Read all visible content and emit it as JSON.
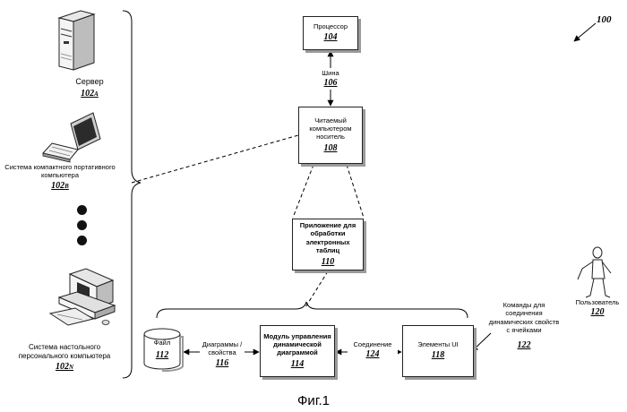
{
  "figure": {
    "caption": "Фиг.1",
    "number": "100"
  },
  "processor": {
    "label": "Процессор",
    "ref": "104"
  },
  "bus": {
    "label": "Шина",
    "ref": "106"
  },
  "medium": {
    "label": "Читаемый компьютером носитель",
    "ref": "108"
  },
  "spreadsheet_app": {
    "label": "Приложение для обработки электронных таблиц",
    "ref": "110"
  },
  "file": {
    "label": "Файл",
    "ref": "112"
  },
  "charts_props": {
    "label": "Диаграммы / свойства",
    "ref": "116"
  },
  "dyn_chart_module": {
    "label": "Модуль управления динамической диаграммой",
    "ref": "114"
  },
  "connection": {
    "label": "Соединение",
    "ref": "124"
  },
  "ui_elements": {
    "label": "Элементы UI",
    "ref": "118"
  },
  "commands": {
    "label": "Команды для соединения динамических свойств с ячейками",
    "ref": "122"
  },
  "user": {
    "label": "Пользователь",
    "ref": "120"
  },
  "devices": {
    "server": {
      "label": "Сервер",
      "ref": "102",
      "sub": "A"
    },
    "laptop": {
      "label": "Система компактного портативного компьютера",
      "ref": "102",
      "sub": "B"
    },
    "desktop": {
      "label": "Система настольного персонального компьютера",
      "ref": "102",
      "sub": "N"
    }
  }
}
